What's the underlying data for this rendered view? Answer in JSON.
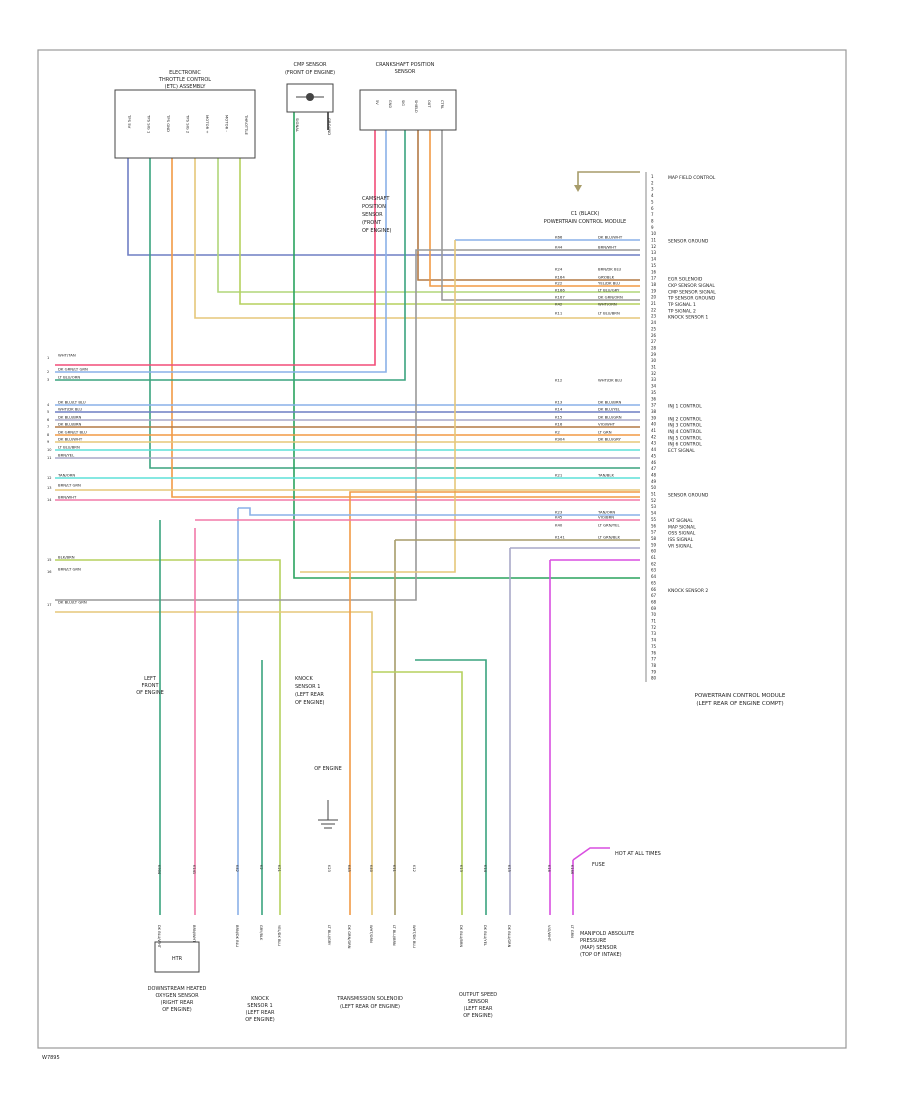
{
  "figure_number": "W7895",
  "connector_note": "C1 (BLACK)",
  "colors": {
    "violet_white": "#6f7fc4",
    "dark_green": "#3aa37f",
    "orange": "#f29a45",
    "dark_green_2": "#2aa35f",
    "yellow_green": "#b5d15e",
    "light_green": "#b0d679",
    "tan": "#e5c77a",
    "pink": "#f24d78",
    "light_blue": "#8ab0e8",
    "brown": "#b47a45",
    "grey": "#a8a8c8",
    "cyan": "#5fe0d8",
    "light_pink": "#f27aa8",
    "magenta": "#d94fe0",
    "black": "#333333",
    "gray": "#999999",
    "olive": "#a79c6a"
  },
  "pcm": {
    "title_line1": "POWERTRAIN CONTROL MODULE",
    "title_line2": "(LEFT REAR OF ENGINE COMPT)",
    "pin_numbers": [
      "1",
      "2",
      "3",
      "4",
      "5",
      "6",
      "7",
      "8",
      "9",
      "10",
      "11",
      "12",
      "13",
      "14",
      "15",
      "16",
      "17",
      "18",
      "19",
      "20",
      "21",
      "22",
      "23",
      "24",
      "25",
      "26",
      "27",
      "28",
      "29",
      "30",
      "31",
      "32",
      "33",
      "34",
      "35",
      "36",
      "37",
      "38",
      "39",
      "40",
      "41",
      "42",
      "43",
      "44",
      "45",
      "46",
      "47",
      "48",
      "49",
      "50",
      "51",
      "52",
      "53",
      "54",
      "55",
      "56",
      "57",
      "58",
      "59",
      "60",
      "61",
      "62",
      "63",
      "64",
      "65",
      "66",
      "67",
      "68",
      "69",
      "70",
      "71",
      "72",
      "73",
      "74",
      "75",
      "76",
      "77",
      "78",
      "79",
      "80"
    ],
    "pin_labels": [
      "MAP FIELD CONTROL",
      "SENSOR GROUND",
      "EGR SOLENOID",
      "CKP SENSOR SIGNAL",
      "CMP SENSOR SIGNAL",
      "TP SENSOR GROUND",
      "TP SIGNAL 1",
      "TP SIGNAL 2",
      "KNOCK SENSOR 1",
      "INJ 1 CONTROL",
      "INJ 2 CONTROL",
      "INJ 3 CONTROL",
      "INJ 4 CONTROL",
      "INJ 5 CONTROL",
      "INJ 6 CONTROL",
      "ECT SIGNAL",
      "SENSOR GROUND",
      "IAT SIGNAL",
      "MAP SIGNAL",
      "OSS SIGNAL",
      "ISS SIGNAL",
      "VR SIGNAL",
      "KNOCK SENSOR 2"
    ]
  },
  "top_connectors": {
    "throttle": {
      "title_line1": "ELECTRONIC",
      "title_line2": "THROTTLE CONTROL",
      "title_line3": "(ETC) ASSEMBLY",
      "pins": [
        "TPS 5V",
        "TPS SIG 1",
        "TPS GND",
        "TPS SIG 2",
        "MOTOR +",
        "MOTOR -",
        "THROTTLE"
      ]
    },
    "cam": {
      "title_line1": "CMP SENSOR",
      "title_line2": "(FRONT OF ENGINE)",
      "pins": [
        "SIGNAL",
        "GROUND"
      ]
    },
    "crank": {
      "title_line1": "CRANKSHAFT POSITION",
      "title_line2": "SENSOR",
      "pins": [
        "5V",
        "GND",
        "SIG",
        "SHIELD",
        "OUT",
        "CTRL"
      ]
    }
  },
  "splice_label": "POWERTRAIN CONTROL MODULE",
  "left_labels": [
    "WHT/TAN",
    "DK GRN/LT GRN",
    "LT BLU/ORN",
    "DK BLU/LT BLU",
    "WHT/DK BLU",
    "DK BLU/BRN",
    "DK BLU/BRN",
    "DK GRN/LT BLU",
    "DK BLU/WHT",
    "LT BLU/BRN",
    "BRN/YEL",
    "TAN/ORN",
    "BRN/LT GRN",
    "BRN/WHT",
    "BLK/BRN",
    "BRN/LT GRN",
    "DK BLU/LT GRN"
  ],
  "wire_codes": {
    "d1": "K66",
    "d2": "K44",
    "d3": "K24",
    "d4": "K164",
    "d5": "K22",
    "d6": "K166",
    "d7": "K167",
    "e1": "K42",
    "e2": "K11",
    "e3": "K12",
    "e4": "K13",
    "e5": "K14",
    "e6": "K15",
    "e7": "K16",
    "f1": "K2",
    "f2": "K904",
    "f3": "K21",
    "f4": "K23",
    "f5": "K45",
    "f6": "K40",
    "f7": "K141"
  },
  "wire_colors": {
    "c1": "DK BLU/WHT",
    "c2": "BRN/WHT",
    "c3": "BRN/DK BLU",
    "c4": "GRY/BLK",
    "c5": "YEL/DK BLU",
    "c6": "LT BLU/GRY",
    "c7": "DK GRN/ORN",
    "c8": "WHT/ORN",
    "c9": "LT BLU/BRN",
    "c10": "WHT/DK BLU",
    "c11": "DK BLU/BRN",
    "c12": "DK BLU/YEL",
    "c13": "DK BLU/GRN",
    "c14": "VIO/WHT",
    "c15": "LT GRN",
    "c16": "DK BLU/GRY",
    "c17": "TAN/BLK",
    "c18": "TAN/ORN",
    "c19": "VIO/BRN",
    "c20": "LT GRN/YEL",
    "c21": "LT GRN/BLK"
  },
  "bottom": {
    "o2": {
      "title_line1": "DOWNSTREAM HEATED",
      "title_line2": "OXYGEN SENSOR",
      "title_line3": "(RIGHT REAR",
      "title_line4": "OF ENGINE)",
      "box_label": "HTR"
    },
    "knock": {
      "title_line1": "KNOCK",
      "title_line2": "SENSOR 1",
      "title_line3": "(LEFT REAR",
      "title_line4": "OF ENGINE)"
    },
    "trans": {
      "title_line1": "TRANSMISSION SOLENOID",
      "title_line2": "(LEFT REAR OF ENGINE)"
    },
    "speed": {
      "title_line1": "OUTPUT SPEED",
      "title_line2": "SENSOR",
      "title_line3": "(LEFT REAR",
      "title_line4": "OF ENGINE)"
    },
    "map": {
      "title_line1": "MANIFOLD ABSOLUTE",
      "title_line2": "PRESSURE",
      "title_line3": "(MAP) SENSOR",
      "title_line4": "(TOP OF INTAKE)"
    }
  },
  "mid_note": {
    "line1": "CAMSHAFT",
    "line2": "POSITION",
    "line3": "SENSOR",
    "line4": "(FRONT",
    "line5": "OF ENGINE)"
  },
  "ground_note": {
    "line1": "LEFT",
    "line2": "FRONT",
    "line3": "OF ENGINE"
  },
  "hot_note": "HOT AT ALL TIMES",
  "fuse_label": "FUSE"
}
